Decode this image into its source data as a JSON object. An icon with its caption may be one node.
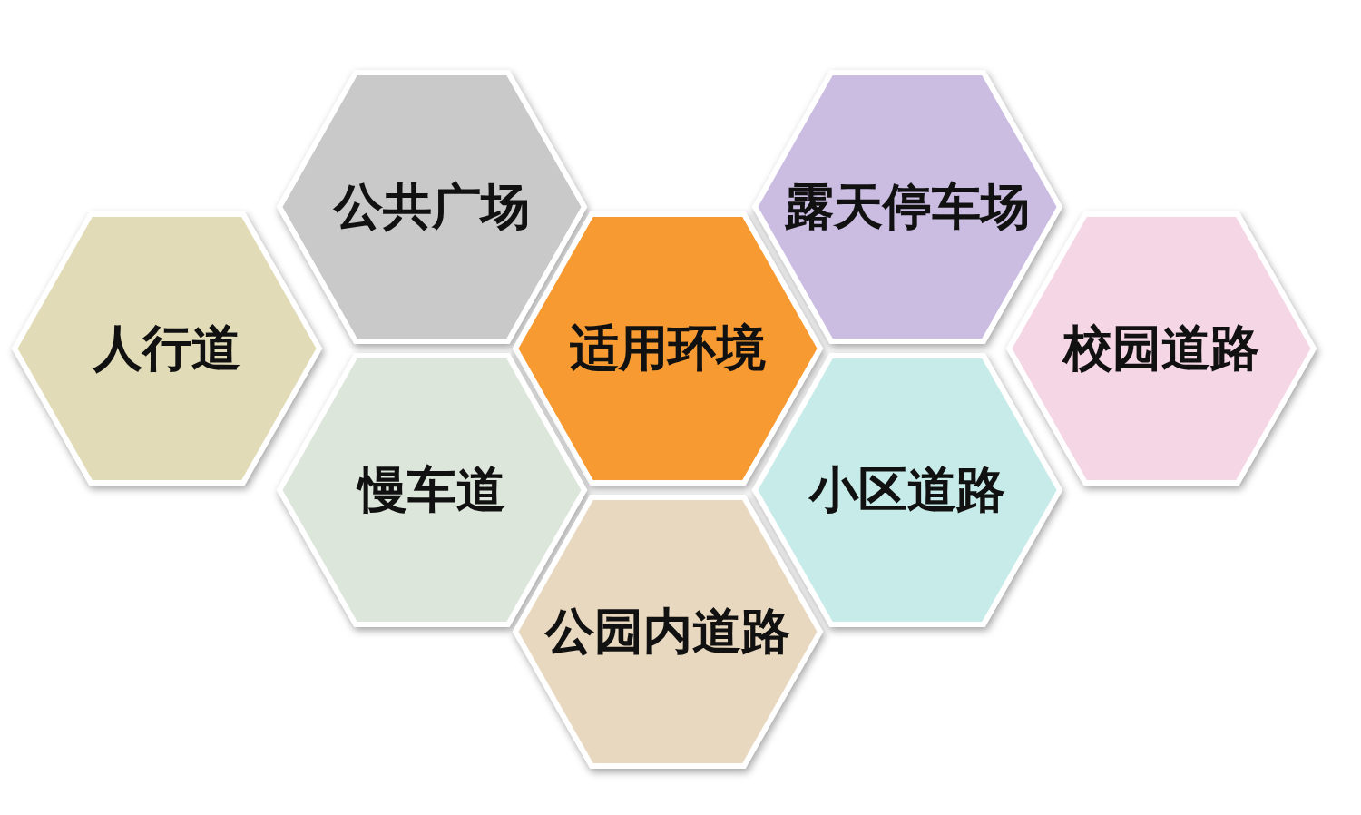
{
  "diagram": {
    "nodes": [
      {
        "text": [
          "公共广场"
        ]
      },
      {
        "text": [
          "露天停车场"
        ]
      },
      {
        "text": [
          "人行道"
        ]
      },
      {
        "text": [
          "适用环境"
        ]
      },
      {
        "text": [
          "校园道路"
        ]
      },
      {
        "text": [
          "慢车道"
        ]
      },
      {
        "text": [
          "小区道路"
        ]
      },
      {
        "text": [
          "公园内道路"
        ]
      }
    ]
  }
}
